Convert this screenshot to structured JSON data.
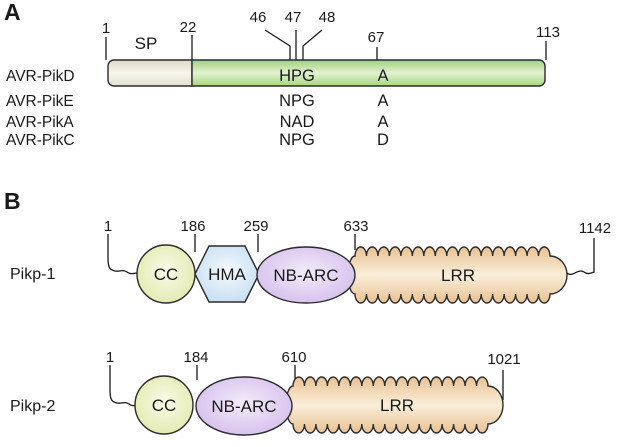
{
  "figure": {
    "panel_a": {
      "label": "A",
      "sp_label": "SP",
      "ticks": {
        "start": "1",
        "sp_end": "22",
        "p46": "46",
        "p47": "47",
        "p48": "48",
        "p67": "67",
        "end": "113"
      },
      "variants": [
        {
          "name": "AVR-PikD",
          "residues_46_48": "HPG",
          "residue_67": "A",
          "color": "#4e8529"
        },
        {
          "name": "AVR-PikE",
          "residues_46_48": "NPG",
          "residue_67": "A",
          "color": "#2b3092"
        },
        {
          "name": "AVR-PikA",
          "residues_46_48": "NAD",
          "residue_67": "A",
          "color": "#cd671f"
        },
        {
          "name": "AVR-PikC",
          "residues_46_48": "NPG",
          "residue_67": "D",
          "color": "#93383a"
        }
      ]
    },
    "panel_b": {
      "label": "B",
      "proteins": [
        {
          "name": "Pikp-1",
          "ticks": [
            "1",
            "186",
            "259",
            "633",
            "1142"
          ],
          "domains": [
            "CC",
            "HMA",
            "NB-ARC",
            "LRR"
          ]
        },
        {
          "name": "Pikp-2",
          "ticks": [
            "1",
            "184",
            "610",
            "1021"
          ],
          "domains": [
            "CC",
            "NB-ARC",
            "LRR"
          ]
        }
      ]
    },
    "colors": {
      "sp_fill": "#efeadb",
      "effector_fill": "#c8e8a8",
      "cc_fill": "#e7ecb6",
      "hma_fill": "#c7ddf1",
      "nbarc_fill": "#d7c3ee",
      "lrr_fill": "#eecd9f",
      "outline": "#2b2b2b"
    }
  }
}
